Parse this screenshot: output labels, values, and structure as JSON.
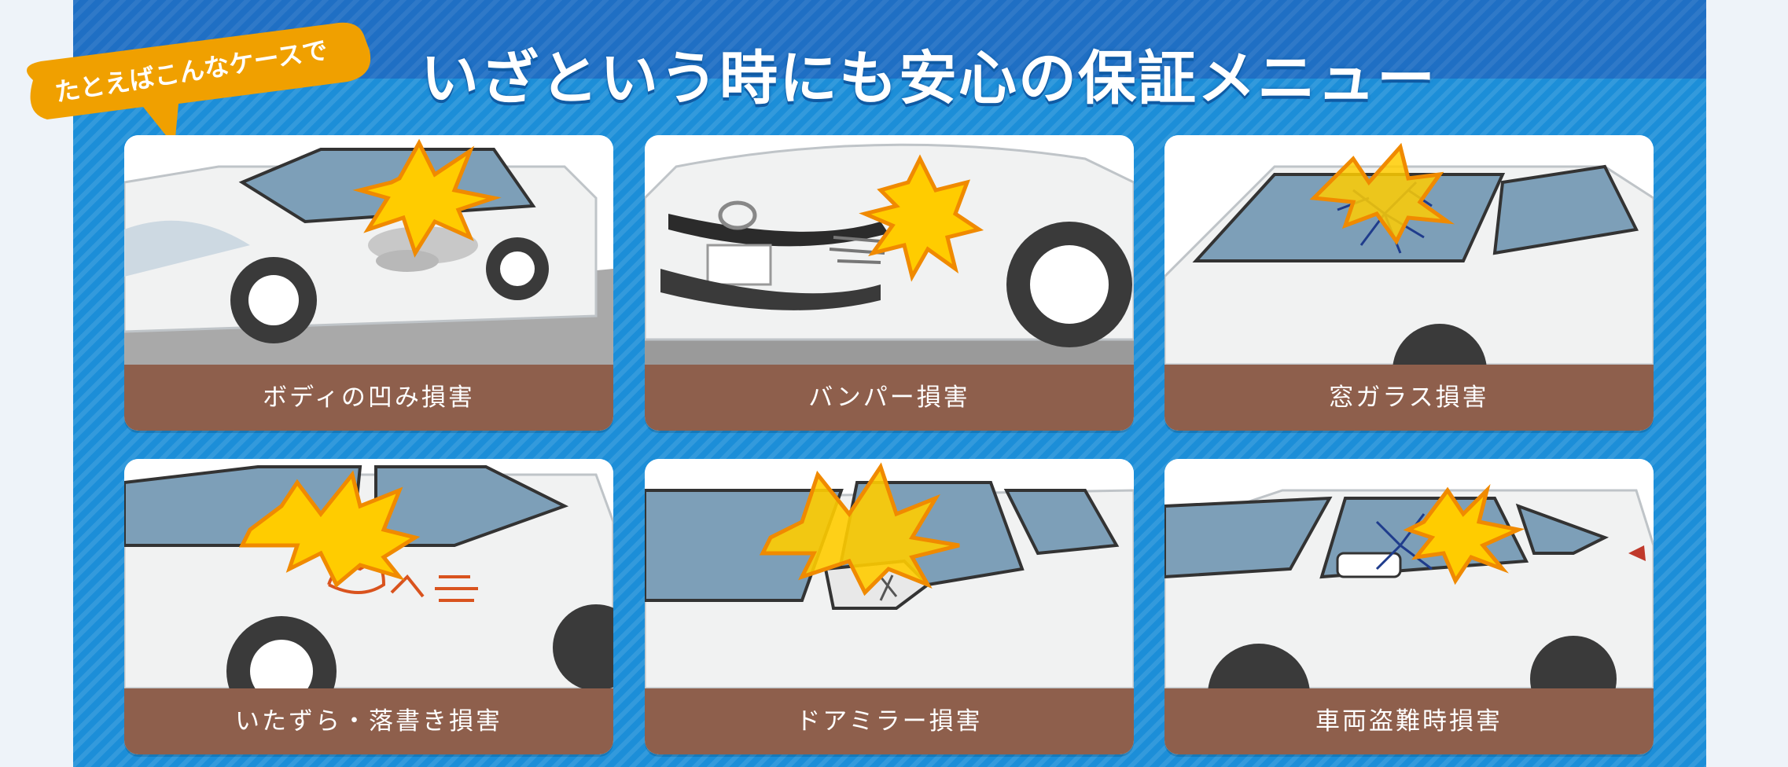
{
  "banner": {
    "title": "いざという時にも安心の保証メニュー",
    "bubble_label": "たとえばこんなケースで",
    "colors": {
      "panel": "#1c8ed8",
      "panel_top": "#1f6fc4",
      "bubble": "#f0a000",
      "label_bg": "#8e5f4c"
    }
  },
  "cards": [
    {
      "label": "ボディの凹み損害",
      "icon": "dented-door-car-icon"
    },
    {
      "label": "バンパー損害",
      "icon": "bumper-damage-car-icon"
    },
    {
      "label": "窓ガラス損害",
      "icon": "cracked-windshield-car-icon"
    },
    {
      "label": "いたずら・落書き損害",
      "icon": "graffiti-car-icon"
    },
    {
      "label": "ドアミラー損害",
      "icon": "broken-door-mirror-icon"
    },
    {
      "label": "車両盗難時損害",
      "icon": "car-theft-broken-window-icon"
    }
  ]
}
